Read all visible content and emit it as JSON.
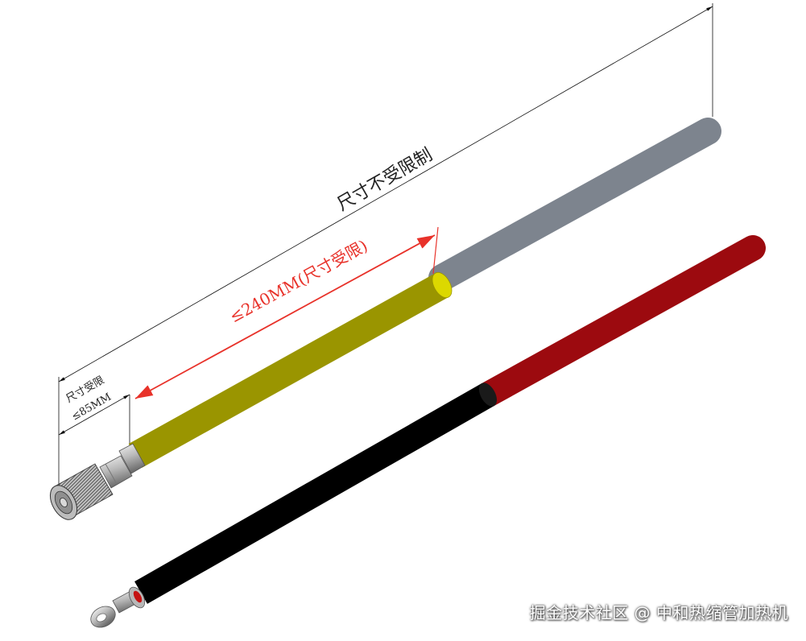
{
  "dimensions": {
    "overall": "尺寸不受限制",
    "colored_section": "≤240MM(尺寸受限)",
    "connector_line1": "尺寸受限",
    "connector_line2": "≤85MM"
  },
  "colors": {
    "yellow_sleeve": "#d8d800",
    "grey_sleeve": "#a9b0ba",
    "red_sleeve": "#e0141c",
    "black_sleeve": "#121212",
    "dimension_red": "#e8322a",
    "dimension_black": "#111111"
  },
  "icons": [
    "knurled-connector-icon",
    "ring-terminal-icon"
  ],
  "watermark": "掘金技术社区 @ 中和热缩管加热机"
}
